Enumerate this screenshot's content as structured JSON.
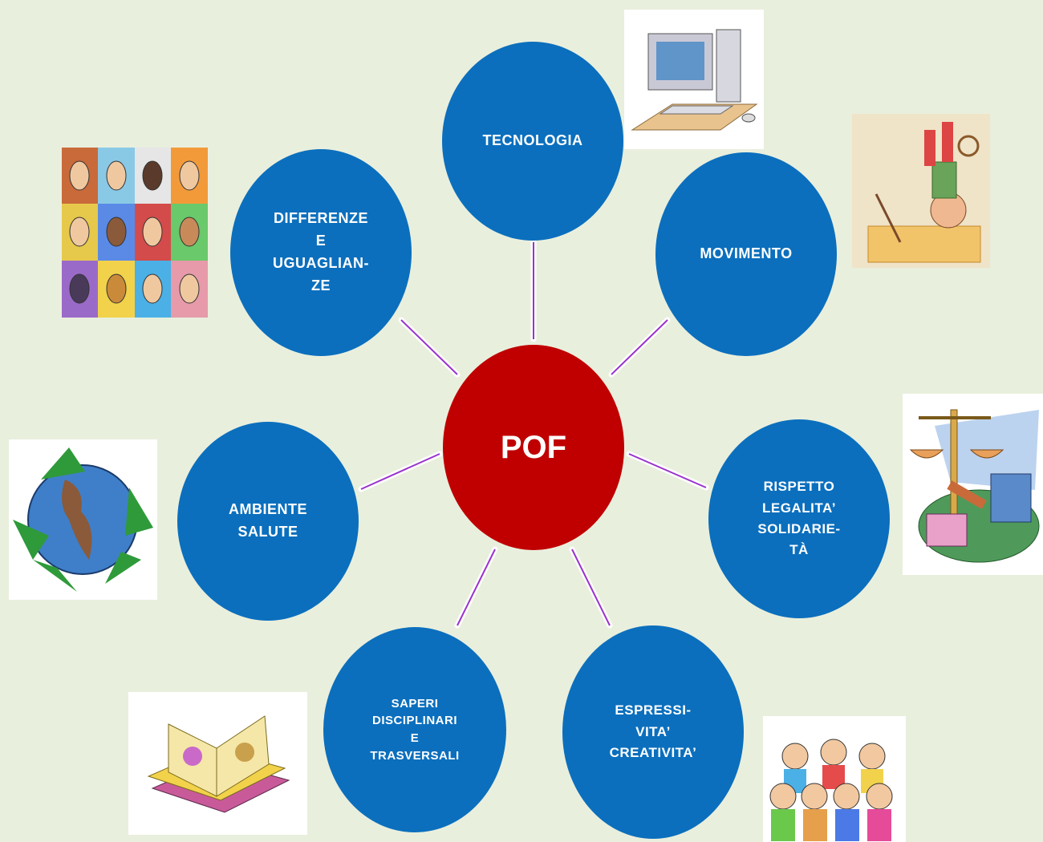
{
  "center": {
    "label": "POF"
  },
  "nodes": [
    {
      "id": "tecnologia",
      "label": "TECNOLOGIA"
    },
    {
      "id": "movimento",
      "label": "MOVIMENTO"
    },
    {
      "id": "rispetto",
      "label": "RISPETTO\nLEGALITA’\nSOLIDARIE-\nTÀ"
    },
    {
      "id": "espressivita",
      "label": "ESPRESSI-\nVITA’\nCREATIVITA’"
    },
    {
      "id": "saperi",
      "label": "SAPERI\nDISCIPLINARI\nE\nTRASVERSALI"
    },
    {
      "id": "ambiente",
      "label": "AMBIENTE\nSALUTE"
    },
    {
      "id": "differenze",
      "label": "DIFFERENZE\nE\nUGUAGLIAN-\nZE"
    }
  ],
  "illustrations": [
    {
      "icon": "computer-icon"
    },
    {
      "icon": "gymnast-child-icon"
    },
    {
      "icon": "justice-scales-icon"
    },
    {
      "icon": "singing-children-icon"
    },
    {
      "icon": "open-books-icon"
    },
    {
      "icon": "recycling-globe-icon"
    },
    {
      "icon": "diverse-faces-icon"
    }
  ],
  "colors": {
    "background": "#e9efdd",
    "node_fill": "#0b6fbd",
    "center_fill": "#c00000",
    "connector": "#9933cc",
    "text": "#ffffff"
  }
}
